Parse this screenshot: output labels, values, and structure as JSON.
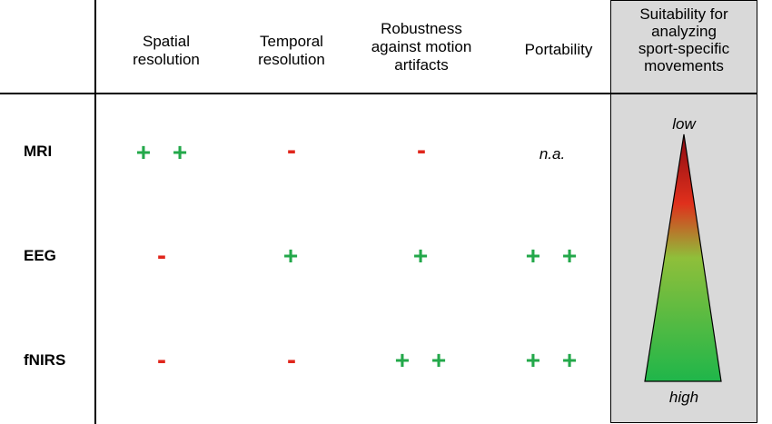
{
  "columns": [
    {
      "label": "Spatial\nresolution"
    },
    {
      "label": "Temporal\nresolution"
    },
    {
      "label": "Robustness\nagainst motion\nartifacts"
    },
    {
      "label": "Portability"
    },
    {
      "label": "Suitability for\nanalyzing\nsport-specific\nmovements"
    }
  ],
  "rows": [
    {
      "label": "MRI",
      "cells": [
        "+ +",
        "-",
        "-",
        "n.a."
      ]
    },
    {
      "label": "EEG",
      "cells": [
        "-",
        "+",
        "+",
        "+ +"
      ]
    },
    {
      "label": "fNIRS",
      "cells": [
        "-",
        "-",
        "+ +",
        "+ +"
      ]
    }
  ],
  "scale": {
    "top_label": "low",
    "bottom_label": "high"
  },
  "colors": {
    "plus": "#23a84a",
    "minus": "#e0261c",
    "panel_bg": "#d9d9d9",
    "gradient": [
      "#8b0a12",
      "#e0301c",
      "#8fbf3a",
      "#1fb64a"
    ]
  }
}
